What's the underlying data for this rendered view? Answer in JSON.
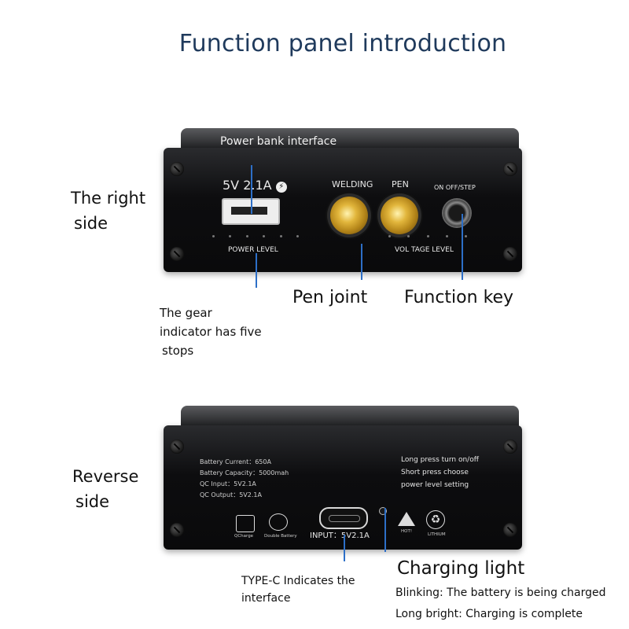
{
  "title": "Function panel introduction",
  "front": {
    "side_label_line1": "The right",
    "side_label_line2": "side",
    "usb_callout": "Power bank interface",
    "usb_spec": "5V 2.1A",
    "welding_label": "WELDING",
    "pen_label": "PEN",
    "onoff_label": "ON OFF/STEP",
    "power_level_label": "POWER LEVEL",
    "voltage_level_label": "VOL TAGE LEVEL",
    "pen_joint_callout": "Pen joint",
    "function_key_callout": "Function key",
    "gear_line1": "The gear",
    "gear_line2": "indicator has five",
    "gear_line3": "stops"
  },
  "back": {
    "side_label_line1": "Reverse",
    "side_label_line2": "side",
    "specs": [
      "Battery Current：650A",
      "Battery Capacity：5000mah",
      "QC Input：5V2.1A",
      "QC Output：5V2.1A"
    ],
    "instructions": [
      "Long press turn on/off",
      "Short press choose",
      "power level setting"
    ],
    "input_label": "INPUT：5V2.1A",
    "icon_qcharge": "QCharge",
    "icon_double_battery": "Double Battery",
    "icon_hot": "HOT!",
    "icon_lithium": "LITHIUM",
    "typec_line1": "TYPE-C Indicates the",
    "typec_line2": "interface",
    "charging_light": "Charging light",
    "blinking": "Blinking: The battery is being charged",
    "long_bright": "Long bright: Charging is complete"
  },
  "colors": {
    "title": "#1f3a5c",
    "pointer": "#2d6fc7",
    "gold": "#e2b63c"
  },
  "icons": [
    "screw-icon",
    "usb-port-icon",
    "lightning-icon",
    "qcharge-icon",
    "double-battery-icon",
    "hot-warning-icon",
    "lithium-recycle-icon"
  ]
}
